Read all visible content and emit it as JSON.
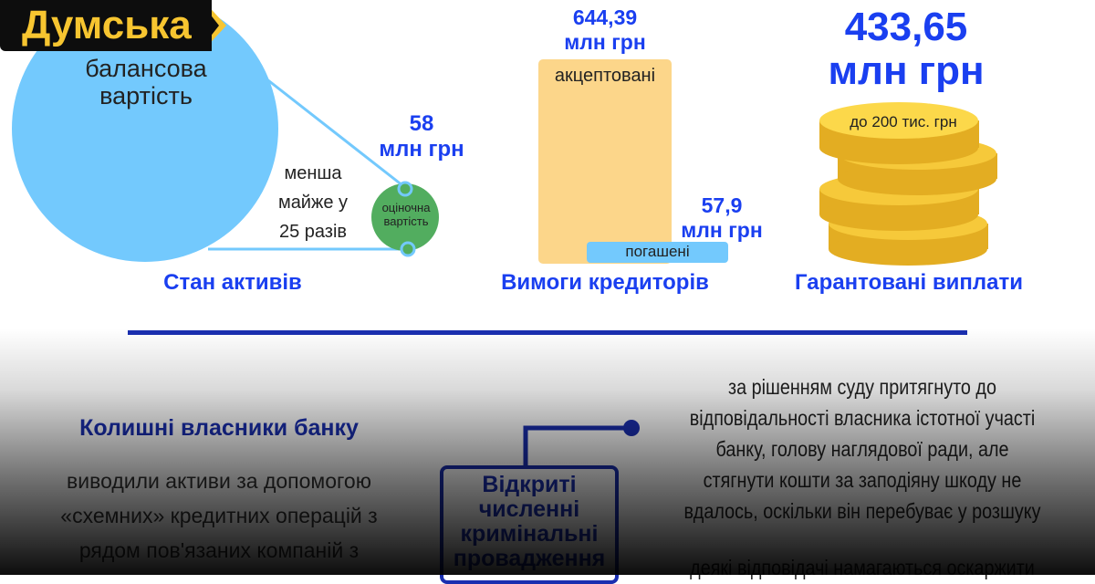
{
  "logo": "Думська",
  "assets": {
    "big_label": "балансова вартість",
    "value": "58",
    "unit": "млн грн",
    "small_label": "оціночна вартість",
    "comparison": [
      "менша",
      "майже у",
      "25 разів"
    ],
    "title": "Стан активів"
  },
  "creditors": {
    "accepted_value": "644,39",
    "accepted_unit": "млн грн",
    "accepted_label": "акцептовані",
    "repaid_value": "57,9",
    "repaid_unit": "млн грн",
    "repaid_label": "погашені",
    "title": "Вимоги кредиторів"
  },
  "payouts": {
    "value": "433,65",
    "unit": "млн грн",
    "coin_label": "до 200 тис. грн",
    "title": "Гарантовані виплати"
  },
  "owners": {
    "title": "Колишні власники банку",
    "text": [
      "виводили активи за допомогою",
      "«схемних» кредитних операцій з",
      "рядом пов'язаних компаній з"
    ]
  },
  "cases": {
    "box": [
      "Відкриті",
      "численні",
      "кримінальні",
      "провадження"
    ],
    "text": [
      "за рішенням суду притягнуто до",
      "відповідальності власника істотної участі",
      "банку, голову наглядової ради, але",
      "стягнути кошти за заподіяну шкоду не",
      "вдалось, оскільки він перебуває у розшуку"
    ],
    "text2": "деякі відповідачі намагаються оскаржити"
  }
}
